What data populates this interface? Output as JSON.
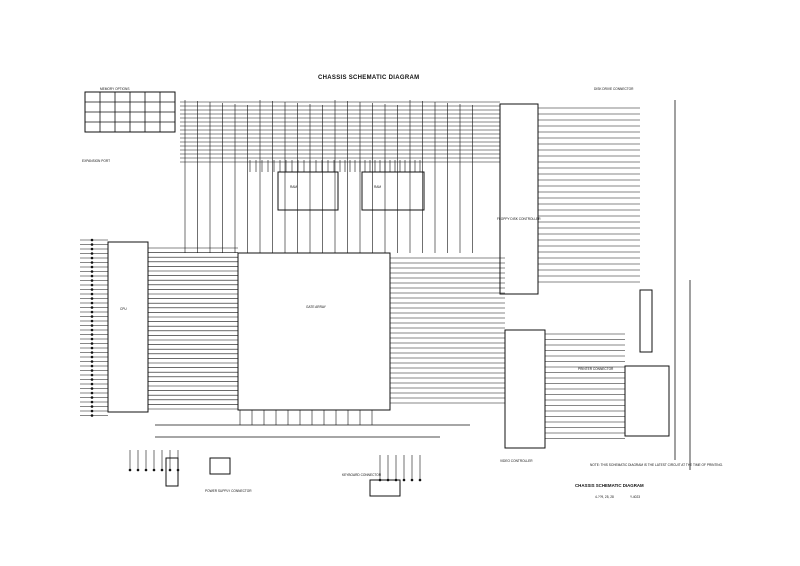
{
  "diagram": {
    "title": "CHASSIS SCHEMATIC DIAGRAM",
    "footer_title": "CHASSIS SCHEMATIC DIAGRAM",
    "footer_ref": "4-??9, 25, 28",
    "footer_code": "Y-4023",
    "blocks": {
      "memory_table": "MEMORY OPTIONS",
      "expansion_port": "EXPANSION PORT",
      "cpu": "CPU",
      "ram_upper": "RAM",
      "ram_lower": "RAM",
      "gate_array": "GATE ARRAY",
      "floppy": "FLOPPY DISK CONTROLLER",
      "video_controller": "VIDEO CONTROLLER",
      "disk_connector": "DISK DRIVE CONNECTOR",
      "printer_connector": "PRINTER CONNECTOR",
      "power_connector": "POWER SUPPLY CONNECTOR",
      "keyboard_connector": "KEYBOARD CONNECTOR"
    },
    "note": "NOTE: THIS SCHEMATIC DIAGRAM IS THE LATEST CIRCUIT AT THE TIME OF PRINTING."
  }
}
